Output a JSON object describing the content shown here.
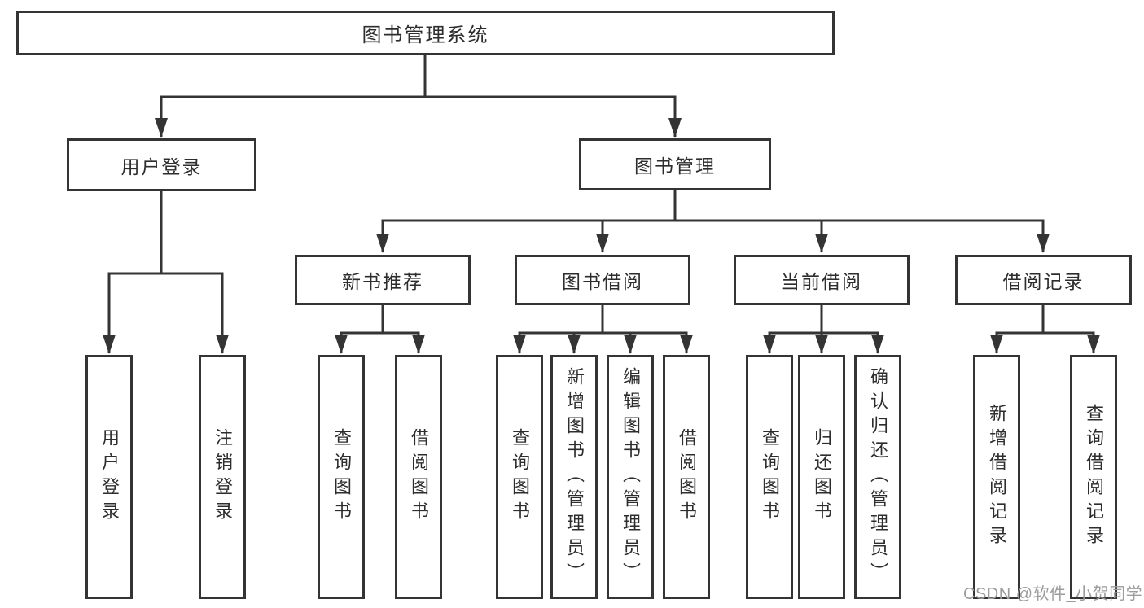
{
  "diagram": {
    "title": "图书管理系统",
    "level2": [
      {
        "label": "用户登录"
      },
      {
        "label": "图书管理"
      }
    ],
    "level3": [
      {
        "label": "新书推荐"
      },
      {
        "label": "图书借阅"
      },
      {
        "label": "当前借阅"
      },
      {
        "label": "借阅记录"
      }
    ],
    "leaves": [
      {
        "parent": "用户登录",
        "label": "用户登录"
      },
      {
        "parent": "用户登录",
        "label": "注销登录"
      },
      {
        "parent": "新书推荐",
        "label": "查询图书"
      },
      {
        "parent": "新书推荐",
        "label": "借阅图书"
      },
      {
        "parent": "图书借阅",
        "label": "查询图书"
      },
      {
        "parent": "图书借阅",
        "label": "新增图书（管理员）"
      },
      {
        "parent": "图书借阅",
        "label": "编辑图书（管理员）"
      },
      {
        "parent": "图书借阅",
        "label": "借阅图书"
      },
      {
        "parent": "当前借阅",
        "label": "查询图书"
      },
      {
        "parent": "当前借阅",
        "label": "归还图书"
      },
      {
        "parent": "当前借阅",
        "label": "确认归还（管理员）"
      },
      {
        "parent": "借阅记录",
        "label": "新增借阅记录"
      },
      {
        "parent": "借阅记录",
        "label": "查询借阅记录"
      }
    ],
    "watermark": "CSDN @软件_小贺同学",
    "colors": {
      "line": "#343434",
      "border": "#343434",
      "text": "#2d2d2d",
      "watermark": "#9c9c9c",
      "background": "#ffffff"
    }
  }
}
